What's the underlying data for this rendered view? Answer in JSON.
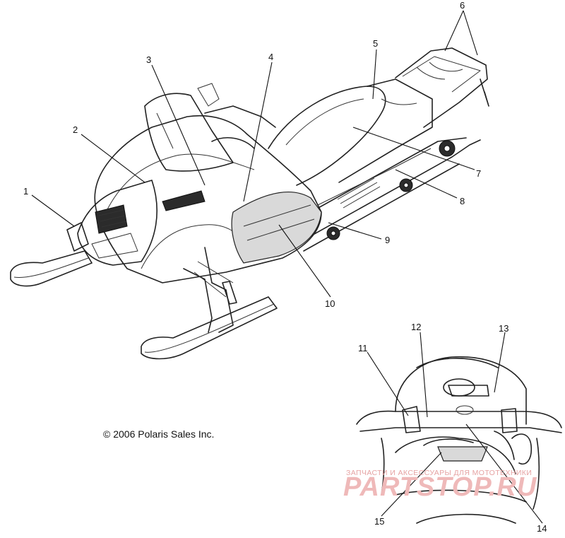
{
  "diagram": {
    "callouts": [
      {
        "id": 1,
        "label": "1"
      },
      {
        "id": 2,
        "label": "2"
      },
      {
        "id": 3,
        "label": "3"
      },
      {
        "id": 4,
        "label": "4"
      },
      {
        "id": 5,
        "label": "5"
      },
      {
        "id": 6,
        "label": "6"
      },
      {
        "id": 7,
        "label": "7"
      },
      {
        "id": 8,
        "label": "8"
      },
      {
        "id": 9,
        "label": "9"
      },
      {
        "id": 10,
        "label": "10"
      },
      {
        "id": 11,
        "label": "11"
      },
      {
        "id": 12,
        "label": "12"
      },
      {
        "id": 13,
        "label": "13"
      },
      {
        "id": 14,
        "label": "14"
      },
      {
        "id": 15,
        "label": "15"
      }
    ],
    "copyright": "© 2006 Polaris Sales Inc.",
    "watermark": {
      "tagline": "ЗАПЧАСТИ И АКСЕССУАРЫ ДЛЯ МОТОТЕХНИКИ",
      "brand": "PARTSTOP.RU"
    }
  }
}
